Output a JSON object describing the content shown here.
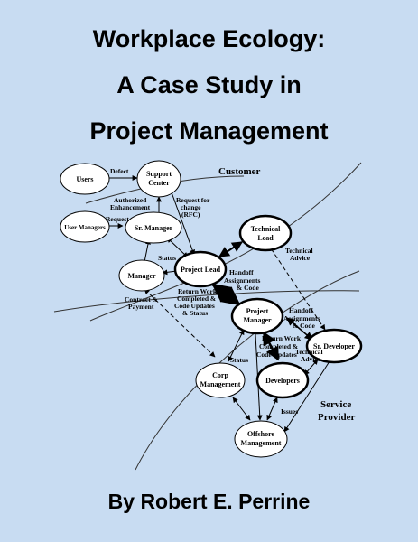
{
  "title": {
    "line1": "Workplace Ecology:",
    "line2": "A Case Study in",
    "line3": "Project Management"
  },
  "author": "By Robert E. Perrine",
  "diagram": {
    "regions": {
      "customer": "Customer",
      "service_provider_1": "Service",
      "service_provider_2": "Provider"
    },
    "nodes": {
      "users": "Users",
      "support_center_1": "Support",
      "support_center_2": "Center",
      "user_managers": "User Managers",
      "sr_manager": "Sr. Manager",
      "manager": "Manager",
      "project_lead": "Project Lead",
      "technical_lead_1": "Technical",
      "technical_lead_2": "Lead",
      "project_manager_1": "Project",
      "project_manager_2": "Manager",
      "sr_developer": "Sr. Developer",
      "developers": "Developers",
      "corp_management_1": "Corp",
      "corp_management_2": "Management",
      "offshore_management_1": "Offshore",
      "offshore_management_2": "Management"
    },
    "edges": {
      "defect": "Defect",
      "authorized_1": "Authorized",
      "authorized_2": "Enhancement",
      "request": "Request",
      "rfc_1": "Request for",
      "rfc_2": "change",
      "rfc_3": "(RFC)",
      "status_manager": "Status",
      "technical_advice_top_1": "Technical",
      "technical_advice_top_2": "Advice",
      "handoff_top_1": "Handoff",
      "handoff_top_2": "Assignments",
      "handoff_top_3": "& Code",
      "contract_1": "Contract &",
      "contract_2": "Payment",
      "return_work_top_1": "Return Work",
      "return_work_top_2": "Completed &",
      "return_work_top_3": "Code Updates",
      "return_work_top_4": "& Status",
      "handoff_bottom_1": "Handoff",
      "handoff_bottom_2": "Assignments",
      "handoff_bottom_3": "& Code",
      "return_work_bottom_1": "Return Work",
      "return_work_bottom_2": "Completed &",
      "return_work_bottom_3": "Code Updates",
      "technical_advice_bottom_1": "Technical",
      "technical_advice_bottom_2": "Advice",
      "status_corp": "Status",
      "issues": "Issues"
    }
  }
}
